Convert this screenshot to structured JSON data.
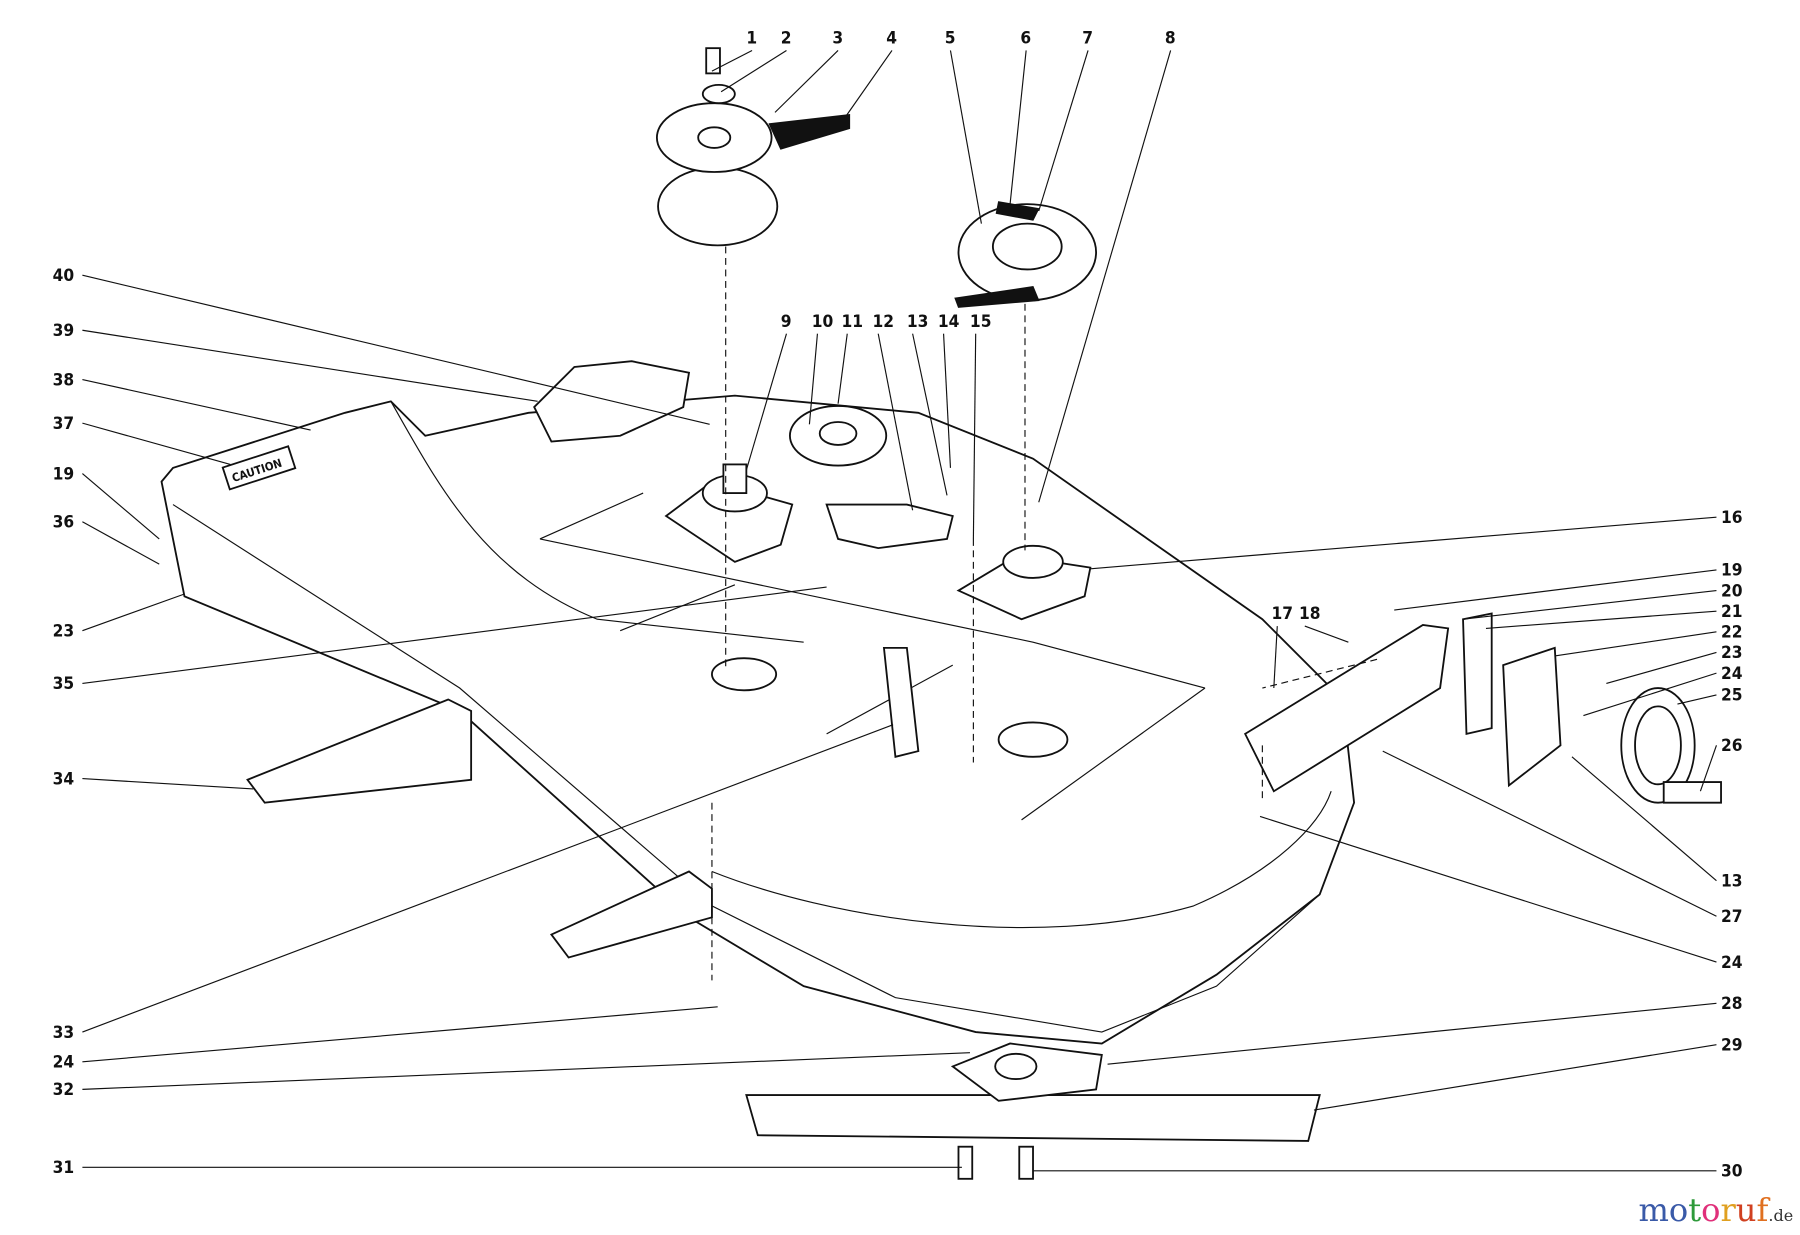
{
  "diagram": {
    "caution_label": "CAUTION",
    "watermark": {
      "text": "motoruf",
      "suffix": ".de",
      "colors": [
        "#3a5aa8",
        "#3a5aa8",
        "#2e9a3a",
        "#e0307a",
        "#e0a020",
        "#d04020",
        "#e07020"
      ]
    },
    "callouts": [
      {
        "id": "c1",
        "label": "1"
      },
      {
        "id": "c2",
        "label": "2"
      },
      {
        "id": "c3",
        "label": "3"
      },
      {
        "id": "c4",
        "label": "4"
      },
      {
        "id": "c5",
        "label": "5"
      },
      {
        "id": "c6",
        "label": "6"
      },
      {
        "id": "c7",
        "label": "7"
      },
      {
        "id": "c8",
        "label": "8"
      },
      {
        "id": "c9",
        "label": "9"
      },
      {
        "id": "c10",
        "label": "10"
      },
      {
        "id": "c11",
        "label": "11"
      },
      {
        "id": "c12",
        "label": "12"
      },
      {
        "id": "c13a",
        "label": "13"
      },
      {
        "id": "c14",
        "label": "14"
      },
      {
        "id": "c15",
        "label": "15"
      },
      {
        "id": "c40",
        "label": "40"
      },
      {
        "id": "c39",
        "label": "39"
      },
      {
        "id": "c38",
        "label": "38"
      },
      {
        "id": "c37",
        "label": "37"
      },
      {
        "id": "c19a",
        "label": "19"
      },
      {
        "id": "c36",
        "label": "36"
      },
      {
        "id": "c23a",
        "label": "23"
      },
      {
        "id": "c35",
        "label": "35"
      },
      {
        "id": "c34",
        "label": "34"
      },
      {
        "id": "c33",
        "label": "33"
      },
      {
        "id": "c24a",
        "label": "24"
      },
      {
        "id": "c32",
        "label": "32"
      },
      {
        "id": "c31",
        "label": "31"
      },
      {
        "id": "c16",
        "label": "16"
      },
      {
        "id": "c19b",
        "label": "19"
      },
      {
        "id": "c20",
        "label": "20"
      },
      {
        "id": "c21",
        "label": "21"
      },
      {
        "id": "c22",
        "label": "22"
      },
      {
        "id": "c23b",
        "label": "23"
      },
      {
        "id": "c24b",
        "label": "24"
      },
      {
        "id": "c25",
        "label": "25"
      },
      {
        "id": "c26",
        "label": "26"
      },
      {
        "id": "c13b",
        "label": "13"
      },
      {
        "id": "c27",
        "label": "27"
      },
      {
        "id": "c24c",
        "label": "24"
      },
      {
        "id": "c28",
        "label": "28"
      },
      {
        "id": "c29",
        "label": "29"
      },
      {
        "id": "c30",
        "label": "30"
      },
      {
        "id": "c17",
        "label": "17"
      },
      {
        "id": "c18",
        "label": "18"
      }
    ]
  }
}
